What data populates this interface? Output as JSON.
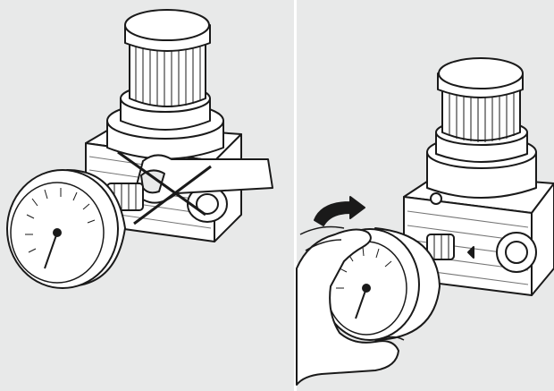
{
  "colors": {
    "background": "#e8e9e9",
    "line_art": "#1a1a1a",
    "fill": "#ffffff",
    "divider": "#ffffff"
  },
  "panels": [
    {
      "id": "incorrect",
      "depicts": [
        "pressure-regulator",
        "pressure-gauge",
        "wrench",
        "cross-mark"
      ]
    },
    {
      "id": "correct",
      "depicts": [
        "pressure-regulator",
        "pressure-gauge",
        "hand",
        "rotation-arrow"
      ]
    }
  ]
}
